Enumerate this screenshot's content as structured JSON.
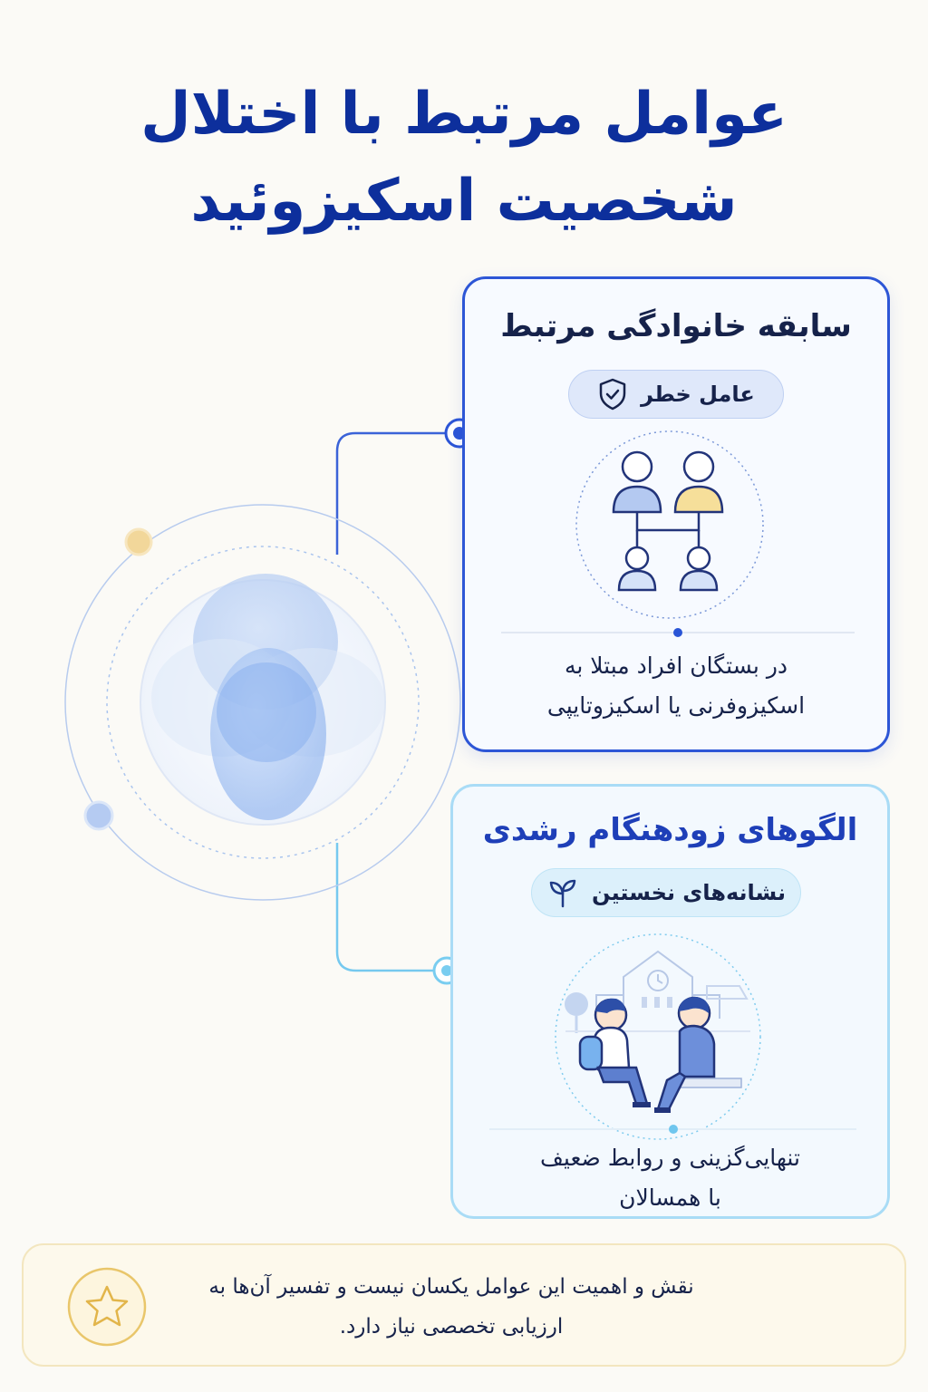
{
  "title": {
    "line1": "عوامل مرتبط  با اختلال",
    "line2": "شخصیت اسکیزوئید"
  },
  "cards": [
    {
      "title": "سابقه خانوادگی مرتبط",
      "badge": "عامل خطر",
      "badge_icon": "shield-check-icon",
      "illustration": "family-tree-icon",
      "description_line1": "در بستگان افراد مبتلا به",
      "description_line2": "اسکیزوفرنی یا اسکیزوتایپی",
      "accent": "#2d56d6"
    },
    {
      "title": "الگوهای زودهنگام رشدی",
      "badge": "نشانه‌های نخستین",
      "badge_icon": "sprout-icon",
      "illustration": "children-at-school-icon",
      "description_line1": "تنهایی‌گزینی  و روابط ضعیف",
      "description_line2": "با همسالان",
      "accent": "#a9dcf6"
    }
  ],
  "note": {
    "icon": "star-icon",
    "line1": "نقش و اهمیت این عوامل یکسان نیست و تفسیر آن‌ها به",
    "line2": "ارزیابی تخصصی نیاز دارد.",
    "accent": "#e9c66a"
  }
}
